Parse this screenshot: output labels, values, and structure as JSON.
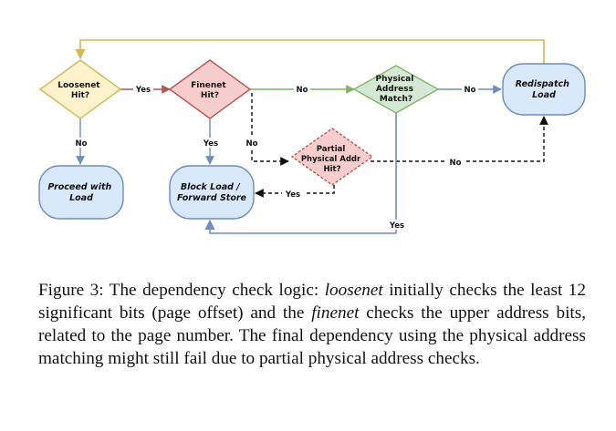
{
  "nodes": {
    "loosenet": {
      "lines": [
        "Loosenet",
        "Hit?"
      ]
    },
    "finenet": {
      "lines": [
        "Finenet",
        "Hit?"
      ]
    },
    "physical_match": {
      "lines": [
        "Physical",
        "Address",
        "Match?"
      ]
    },
    "redispatch": {
      "lines": [
        "Redispatch",
        "Load"
      ]
    },
    "proceed": {
      "lines": [
        "Proceed with",
        "Load"
      ]
    },
    "block": {
      "lines": [
        "Block Load /",
        "Forward Store"
      ]
    },
    "partial": {
      "lines": [
        "Partial",
        "Physical Addr",
        "Hit?"
      ]
    }
  },
  "edges": {
    "loosenet_finenet": "Yes",
    "finenet_physical": "No",
    "physical_redispatch": "No",
    "loosenet_proceed": "No",
    "finenet_block": "Yes",
    "finenet_partial": "No",
    "partial_redispatch": "No",
    "partial_block": "Yes",
    "physical_block": "Yes"
  },
  "colors": {
    "loosenet_fill": "#fff2cc",
    "loosenet_stroke": "#d6b656",
    "finenet_fill": "#f8cecc",
    "finenet_stroke": "#b85450",
    "physical_fill": "#d5e8d4",
    "physical_stroke": "#82b366",
    "terminal_fill": "#dae8fc",
    "terminal_stroke": "#6c8ebf",
    "loop_line": "#d6b656",
    "green_line": "#82b366",
    "blue_line": "#6c8ebf",
    "dashed_line": "#111111"
  },
  "caption": {
    "prefix": "Figure 3: The dependency check logic: ",
    "term1": "loosenet",
    "mid1": " initially checks the least 12 significant bits (page offset) and the ",
    "term2": "finenet",
    "suffix": " checks the upper address bits, related to the page number. The final dependency using the physical address matching might still fail due to partial physical address checks."
  }
}
